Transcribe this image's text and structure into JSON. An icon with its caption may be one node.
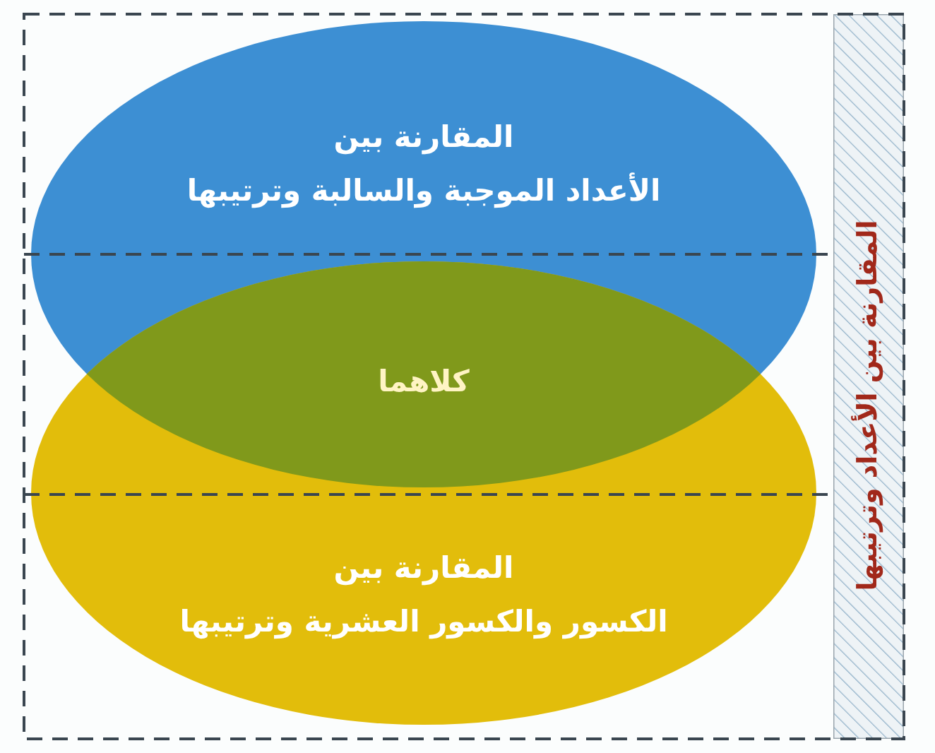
{
  "diagram": {
    "nodes": [
      {
        "text": [
          "المقارنة بين",
          "الأعداد الموجبة والسالبة وترتيبها"
        ]
      },
      {
        "text": [
          "المقارنة بين",
          "الكسور والكسور العشرية وترتيبها"
        ]
      },
      {
        "text": [
          "المقارنة بين الأعداد وترتيبها"
        ]
      }
    ],
    "labels": [
      "كلاهما"
    ]
  }
}
